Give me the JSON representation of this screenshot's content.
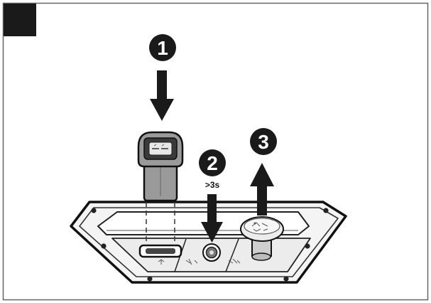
{
  "steps": [
    {
      "number": "1"
    },
    {
      "number": "2",
      "caption": ">3s"
    },
    {
      "number": "3"
    }
  ],
  "colors": {
    "frame": "#666666",
    "corner_tab": "#1a1a1a",
    "ink": "#111111",
    "plate_fill": "#f4f4f4",
    "key_fill": "#9a9a9a",
    "key_dark": "#3a3a3a",
    "arrow": "#1a1a1a",
    "badge": "#1a1a1a",
    "badge_text": "#ffffff"
  }
}
